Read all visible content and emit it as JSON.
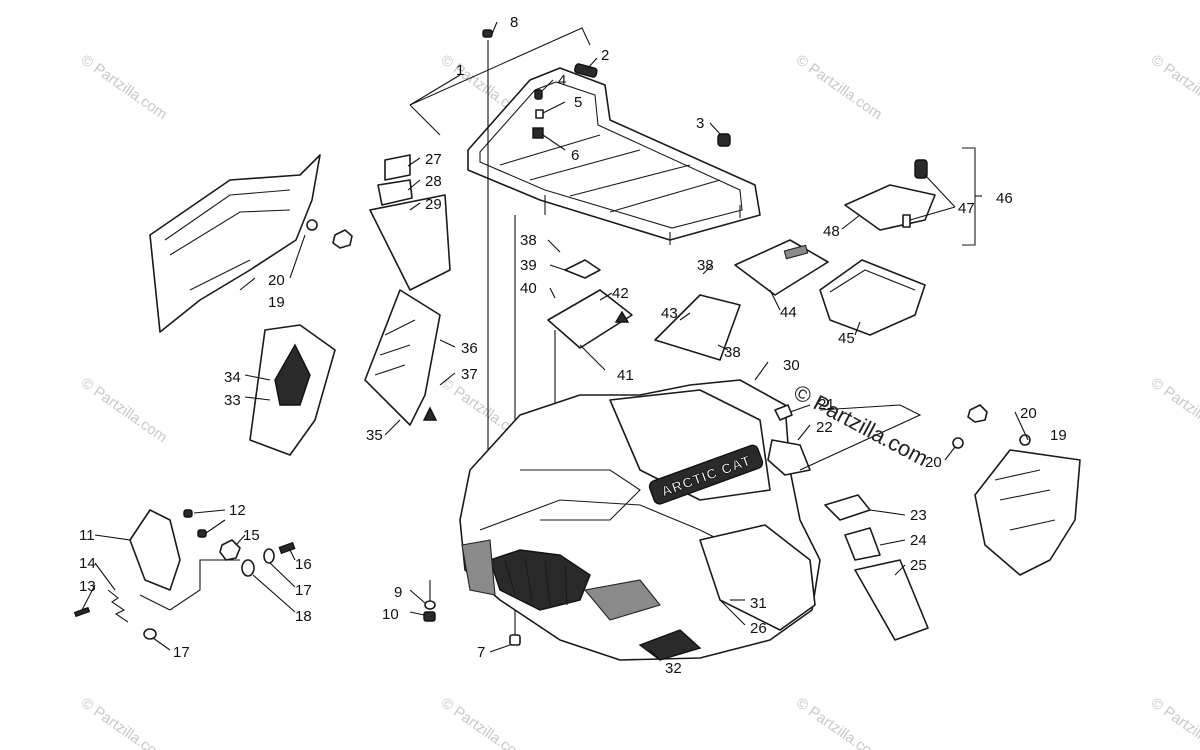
{
  "watermark": {
    "text": "© Partzilla.com",
    "large_text": "© Partzilla.com"
  },
  "brand_decal": {
    "text": "ARCTIC CAT"
  },
  "callouts": [
    {
      "id": "1",
      "label": "1"
    },
    {
      "id": "2",
      "label": "2"
    },
    {
      "id": "3",
      "label": "3"
    },
    {
      "id": "4",
      "label": "4"
    },
    {
      "id": "5",
      "label": "5"
    },
    {
      "id": "6",
      "label": "6"
    },
    {
      "id": "7",
      "label": "7"
    },
    {
      "id": "8",
      "label": "8"
    },
    {
      "id": "9",
      "label": "9"
    },
    {
      "id": "10",
      "label": "10"
    },
    {
      "id": "11",
      "label": "11"
    },
    {
      "id": "12",
      "label": "12"
    },
    {
      "id": "13",
      "label": "13"
    },
    {
      "id": "14",
      "label": "14"
    },
    {
      "id": "15",
      "label": "15"
    },
    {
      "id": "16",
      "label": "16"
    },
    {
      "id": "17a",
      "label": "17"
    },
    {
      "id": "17b",
      "label": "17"
    },
    {
      "id": "18",
      "label": "18"
    },
    {
      "id": "19a",
      "label": "19"
    },
    {
      "id": "19b",
      "label": "19"
    },
    {
      "id": "20a",
      "label": "20"
    },
    {
      "id": "20b",
      "label": "20"
    },
    {
      "id": "20c",
      "label": "20"
    },
    {
      "id": "21",
      "label": "21"
    },
    {
      "id": "22",
      "label": "22"
    },
    {
      "id": "23",
      "label": "23"
    },
    {
      "id": "24",
      "label": "24"
    },
    {
      "id": "25",
      "label": "25"
    },
    {
      "id": "26",
      "label": "26"
    },
    {
      "id": "27",
      "label": "27"
    },
    {
      "id": "28",
      "label": "28"
    },
    {
      "id": "29",
      "label": "29"
    },
    {
      "id": "30",
      "label": "30"
    },
    {
      "id": "31",
      "label": "31"
    },
    {
      "id": "32",
      "label": "32"
    },
    {
      "id": "33",
      "label": "33"
    },
    {
      "id": "34",
      "label": "34"
    },
    {
      "id": "35",
      "label": "35"
    },
    {
      "id": "36",
      "label": "36"
    },
    {
      "id": "37",
      "label": "37"
    },
    {
      "id": "38a",
      "label": "38"
    },
    {
      "id": "38b",
      "label": "38"
    },
    {
      "id": "38c",
      "label": "38"
    },
    {
      "id": "39",
      "label": "39"
    },
    {
      "id": "40",
      "label": "40"
    },
    {
      "id": "41",
      "label": "41"
    },
    {
      "id": "42",
      "label": "42"
    },
    {
      "id": "43",
      "label": "43"
    },
    {
      "id": "44",
      "label": "44"
    },
    {
      "id": "45",
      "label": "45"
    },
    {
      "id": "46",
      "label": "46"
    },
    {
      "id": "47",
      "label": "47"
    },
    {
      "id": "48",
      "label": "48"
    }
  ]
}
